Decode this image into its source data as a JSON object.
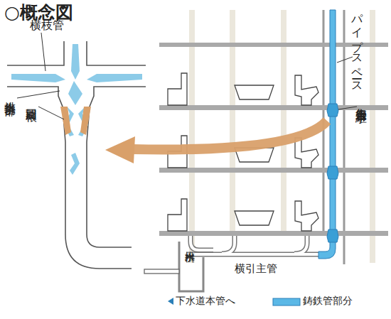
{
  "diagram": {
    "title": "○概念図",
    "labels": [
      "横枝管",
      "排水集合部",
      "旋回羽根",
      "パイプスペース",
      "集合管用継手",
      "排水桝",
      "横引主管",
      "下水道本管へ"
    ],
    "legend": [
      {
        "text": "鋳鉄管部分",
        "color": "#5bb8e6"
      }
    ]
  }
}
